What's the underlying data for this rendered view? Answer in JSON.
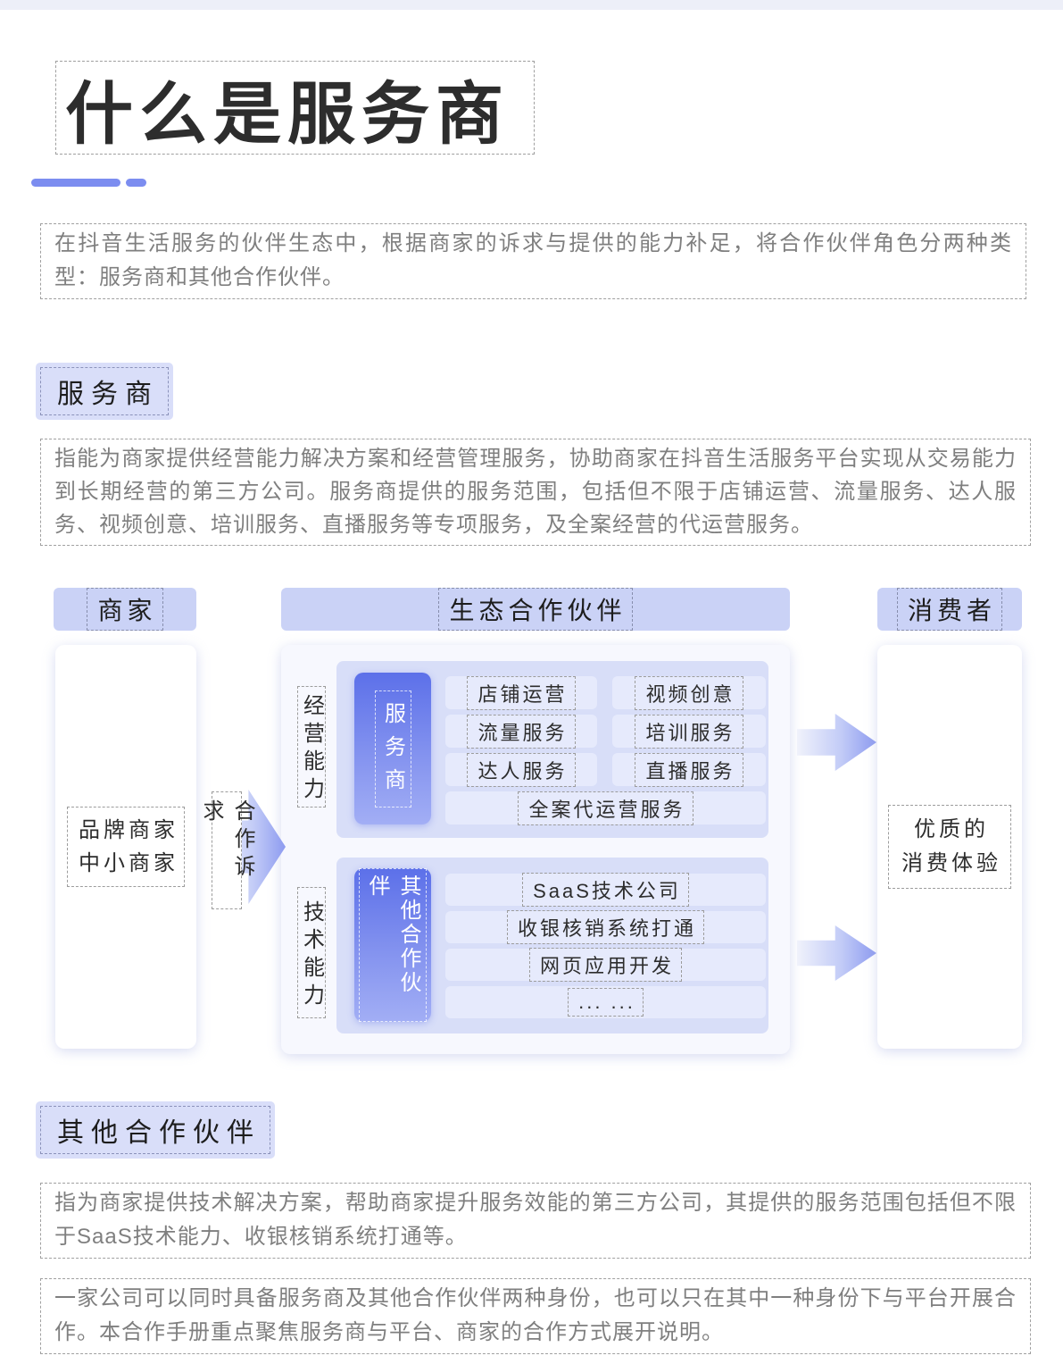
{
  "page": {
    "title": "什么是服务商"
  },
  "intro": {
    "text": "在抖音生活服务的伙伴生态中，根据商家的诉求与提供的能力补足，将合作伙伴角色分两种类型：服务商和其他合作伙伴。"
  },
  "service_provider_section": {
    "heading": "服务商",
    "description": "指能为商家提供经营能力解决方案和经营管理服务，协助商家在抖音生活服务平台实现从交易能力到长期经营的第三方公司。服务商提供的服务范围，包括但不限于店铺运营、流量服务、达人服务、视频创意、培训服务、直播服务等专项服务，及全案经营的代运营服务。"
  },
  "diagram": {
    "merchant": {
      "header": "商家",
      "lines": [
        "品牌商家",
        "中小商家"
      ]
    },
    "cooperation_label": "合作诉求",
    "eco": {
      "header": "生态合作伙伴",
      "business": {
        "capability_label": "经营能力",
        "role": "服务商",
        "items": [
          "店铺运营",
          "视频创意",
          "流量服务",
          "培训服务",
          "达人服务",
          "直播服务"
        ],
        "full_item": "全案代运营服务"
      },
      "tech": {
        "capability_label": "技术能力",
        "role": "其他合作伙伴",
        "items": [
          "SaaS技术公司",
          "收银核销系统打通",
          "网页应用开发",
          "... ..."
        ]
      }
    },
    "consumer": {
      "header": "消费者",
      "lines": [
        "优质的",
        "消费体验"
      ]
    }
  },
  "other_partner_section": {
    "heading": "其他合作伙伴",
    "description": "指为商家提供技术解决方案，帮助商家提升服务效能的第三方公司，其提供的服务范围包括但不限于SaaS技术能力、收银核销系统打通等。"
  },
  "footer_note": {
    "text": "一家公司可以同时具备服务商及其他合作伙伴两种身份，也可以只在其中一种身份下与平台开展合作。本合作手册重点聚焦服务商与平台、商家的合作方式展开说明。"
  },
  "colors": {
    "accent": "#7c8df0",
    "header_bg": "#cad2f6",
    "container_bg": "#d8def8",
    "chip_bg": "#e6eafc",
    "pill_gradient_start": "#5c70e9",
    "pill_gradient_end": "#a2aef5",
    "paragraph_text": "#7f7f7f",
    "dark_text": "#2d2d2d"
  }
}
